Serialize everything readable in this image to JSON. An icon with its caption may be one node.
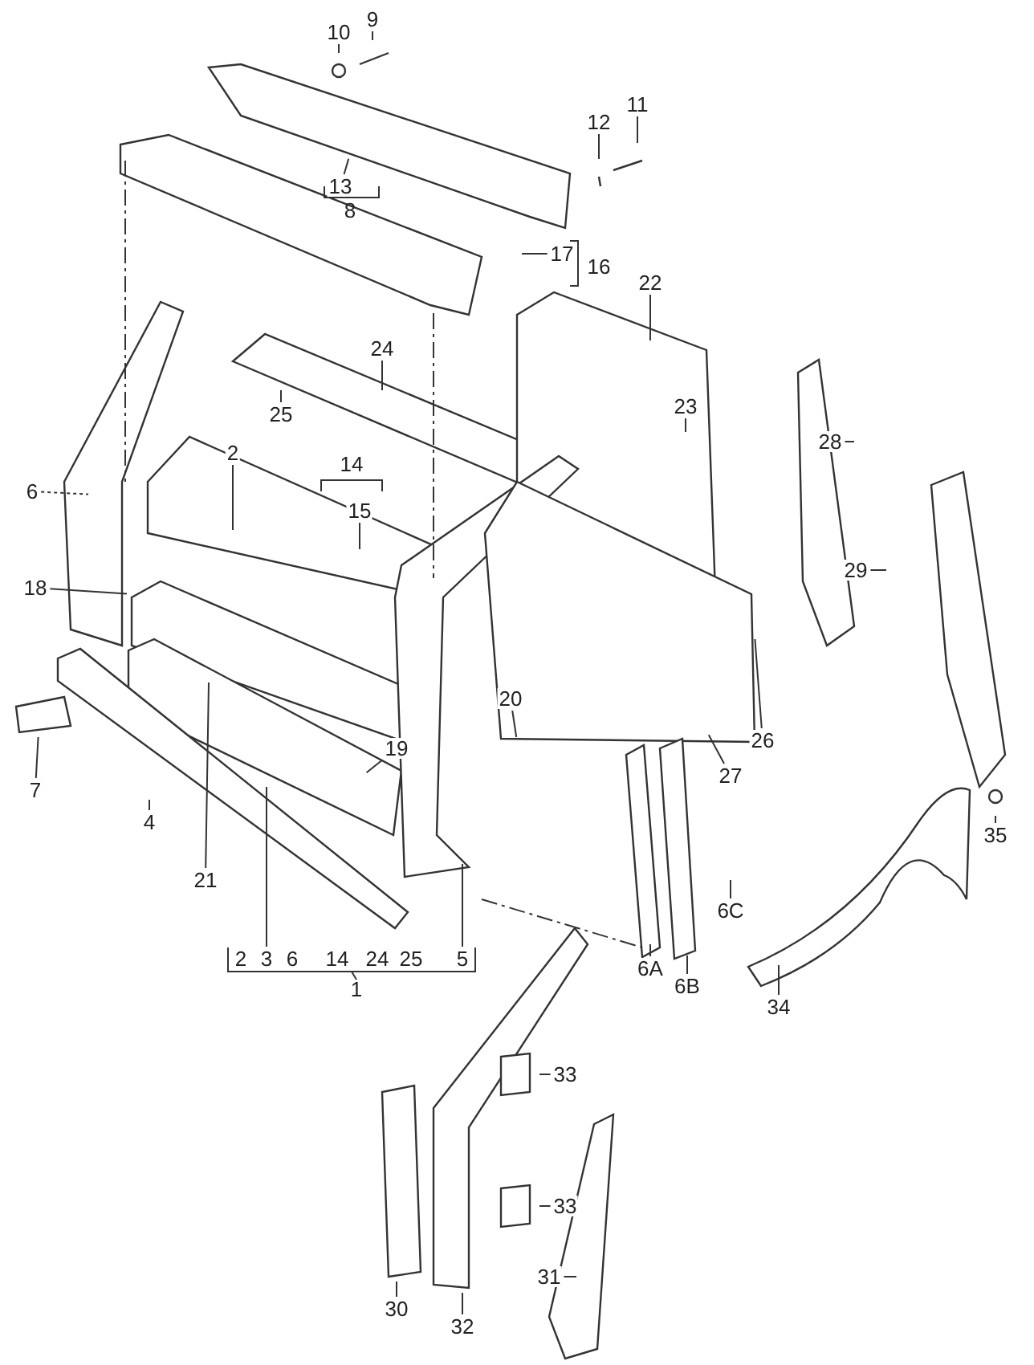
{
  "diagram": {
    "nodes": [
      {
        "text": [
          "9"
        ]
      },
      {
        "text": [
          "10"
        ]
      },
      {
        "text": [
          "11"
        ]
      },
      {
        "text": [
          "12"
        ]
      },
      {
        "text": [
          "13"
        ]
      },
      {
        "text": [
          "17"
        ]
      },
      {
        "text": [
          "22"
        ]
      },
      {
        "text": [
          "24"
        ]
      },
      {
        "text": [
          "23"
        ]
      },
      {
        "text": [
          "25"
        ]
      },
      {
        "text": [
          "28"
        ]
      },
      {
        "text": [
          "2"
        ]
      },
      {
        "text": [
          "6"
        ]
      },
      {
        "text": [
          "15"
        ]
      },
      {
        "text": [
          "29"
        ]
      },
      {
        "text": [
          "18"
        ]
      },
      {
        "text": [
          "20"
        ]
      },
      {
        "text": [
          "26"
        ]
      },
      {
        "text": [
          "27"
        ]
      },
      {
        "text": [
          "19"
        ]
      },
      {
        "text": [
          "7"
        ]
      },
      {
        "text": [
          "4"
        ]
      },
      {
        "text": [
          "21"
        ]
      },
      {
        "text": [
          "35"
        ]
      },
      {
        "text": [
          "6C"
        ]
      },
      {
        "text": [
          "3"
        ]
      },
      {
        "text": [
          "5"
        ]
      },
      {
        "text": [
          "6A"
        ]
      },
      {
        "text": [
          "6B"
        ]
      },
      {
        "text": [
          "34"
        ]
      },
      {
        "text": [
          "33"
        ]
      },
      {
        "text": [
          "33"
        ]
      },
      {
        "text": [
          "31"
        ]
      },
      {
        "text": [
          "30"
        ]
      },
      {
        "text": [
          "32"
        ]
      }
    ],
    "edges": [
      {
        "from": 0,
        "to": null,
        "arrow": "none"
      },
      {
        "from": 1,
        "to": null,
        "arrow": "none"
      },
      {
        "from": 2,
        "to": null,
        "arrow": "none"
      },
      {
        "from": 3,
        "to": null,
        "arrow": "none"
      },
      {
        "from": 4,
        "to": null,
        "arrow": "none"
      },
      {
        "from": 5,
        "to": null,
        "arrow": "none"
      },
      {
        "from": 6,
        "to": null,
        "arrow": "none"
      },
      {
        "from": 7,
        "to": null,
        "arrow": "none"
      },
      {
        "from": 8,
        "to": null,
        "arrow": "none"
      },
      {
        "from": 9,
        "to": null,
        "arrow": "none"
      },
      {
        "from": 10,
        "to": null,
        "arrow": "none"
      },
      {
        "from": 11,
        "to": null,
        "arrow": "none"
      },
      {
        "from": 12,
        "to": null,
        "arrow": "none",
        "style": "dashed"
      },
      {
        "from": 13,
        "to": null,
        "arrow": "none"
      },
      {
        "from": 14,
        "to": null,
        "arrow": "none"
      },
      {
        "from": 15,
        "to": null,
        "arrow": "none"
      },
      {
        "from": 16,
        "to": null,
        "arrow": "none"
      },
      {
        "from": 17,
        "to": null,
        "arrow": "none"
      },
      {
        "from": 18,
        "to": null,
        "arrow": "none"
      },
      {
        "from": 19,
        "to": null,
        "arrow": "none"
      },
      {
        "from": 20,
        "to": null,
        "arrow": "none"
      },
      {
        "from": 21,
        "to": null,
        "arrow": "none"
      },
      {
        "from": 22,
        "to": null,
        "arrow": "none"
      },
      {
        "from": 23,
        "to": null,
        "arrow": "none"
      },
      {
        "from": 24,
        "to": null,
        "arrow": "none"
      },
      {
        "from": 25,
        "to": null,
        "arrow": "none"
      },
      {
        "from": 26,
        "to": null,
        "arrow": "none"
      },
      {
        "from": 27,
        "to": null,
        "arrow": "none"
      },
      {
        "from": 28,
        "to": null,
        "arrow": "none"
      },
      {
        "from": 29,
        "to": null,
        "arrow": "none"
      },
      {
        "from": 30,
        "to": null,
        "arrow": "none"
      },
      {
        "from": 31,
        "to": null,
        "arrow": "none"
      },
      {
        "from": 32,
        "to": null,
        "arrow": "none"
      },
      {
        "from": 33,
        "to": null,
        "arrow": "none"
      },
      {
        "from": 34,
        "to": null,
        "arrow": "none"
      }
    ],
    "labels": [
      "8",
      "16",
      "14",
      "2",
      "6",
      "14",
      "24",
      "25",
      "1"
    ]
  }
}
